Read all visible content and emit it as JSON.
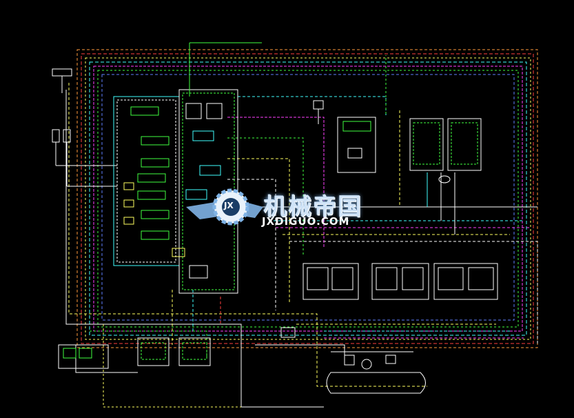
{
  "watermark": {
    "cn_text": "机械帝国",
    "en_text": "JXDIGUO.COM",
    "badge_letters": "JX"
  },
  "colors": {
    "background": "#000000",
    "red": "#ff4040",
    "magenta": "#ff40ff",
    "yellow": "#ffff60",
    "cyan": "#40ffff",
    "green": "#40ff40",
    "white": "#ffffff",
    "orange": "#ff9a3c",
    "blue": "#6080ff"
  }
}
